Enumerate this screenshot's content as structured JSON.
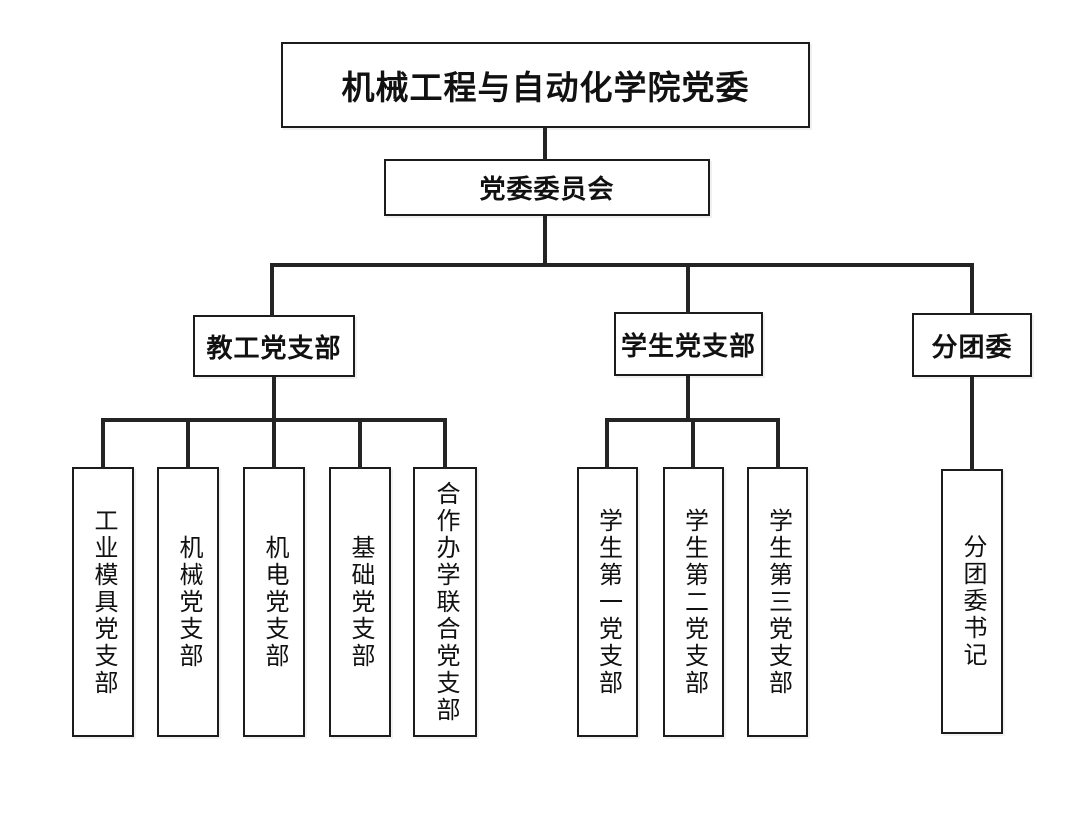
{
  "diagram": {
    "type": "org-chart",
    "root": {
      "label": "机械工程与自动化学院党委"
    },
    "committee": {
      "label": "党委委员会"
    },
    "branches": [
      {
        "label": "教工党支部",
        "children": [
          "工业模具党支部",
          "机械党支部",
          "机电党支部",
          "基础党支部",
          "合作办学联合党支部"
        ]
      },
      {
        "label": "学生党支部",
        "children": [
          "学生第一党支部",
          "学生第二党支部",
          "学生第三党支部"
        ]
      },
      {
        "label": "分团委",
        "children": [
          "分团委书记"
        ]
      }
    ]
  },
  "colors": {
    "background": "#ffffff",
    "box_background": "#ffffff",
    "border": "#1c1c1c",
    "connector": "#242424",
    "text": "#111111"
  }
}
